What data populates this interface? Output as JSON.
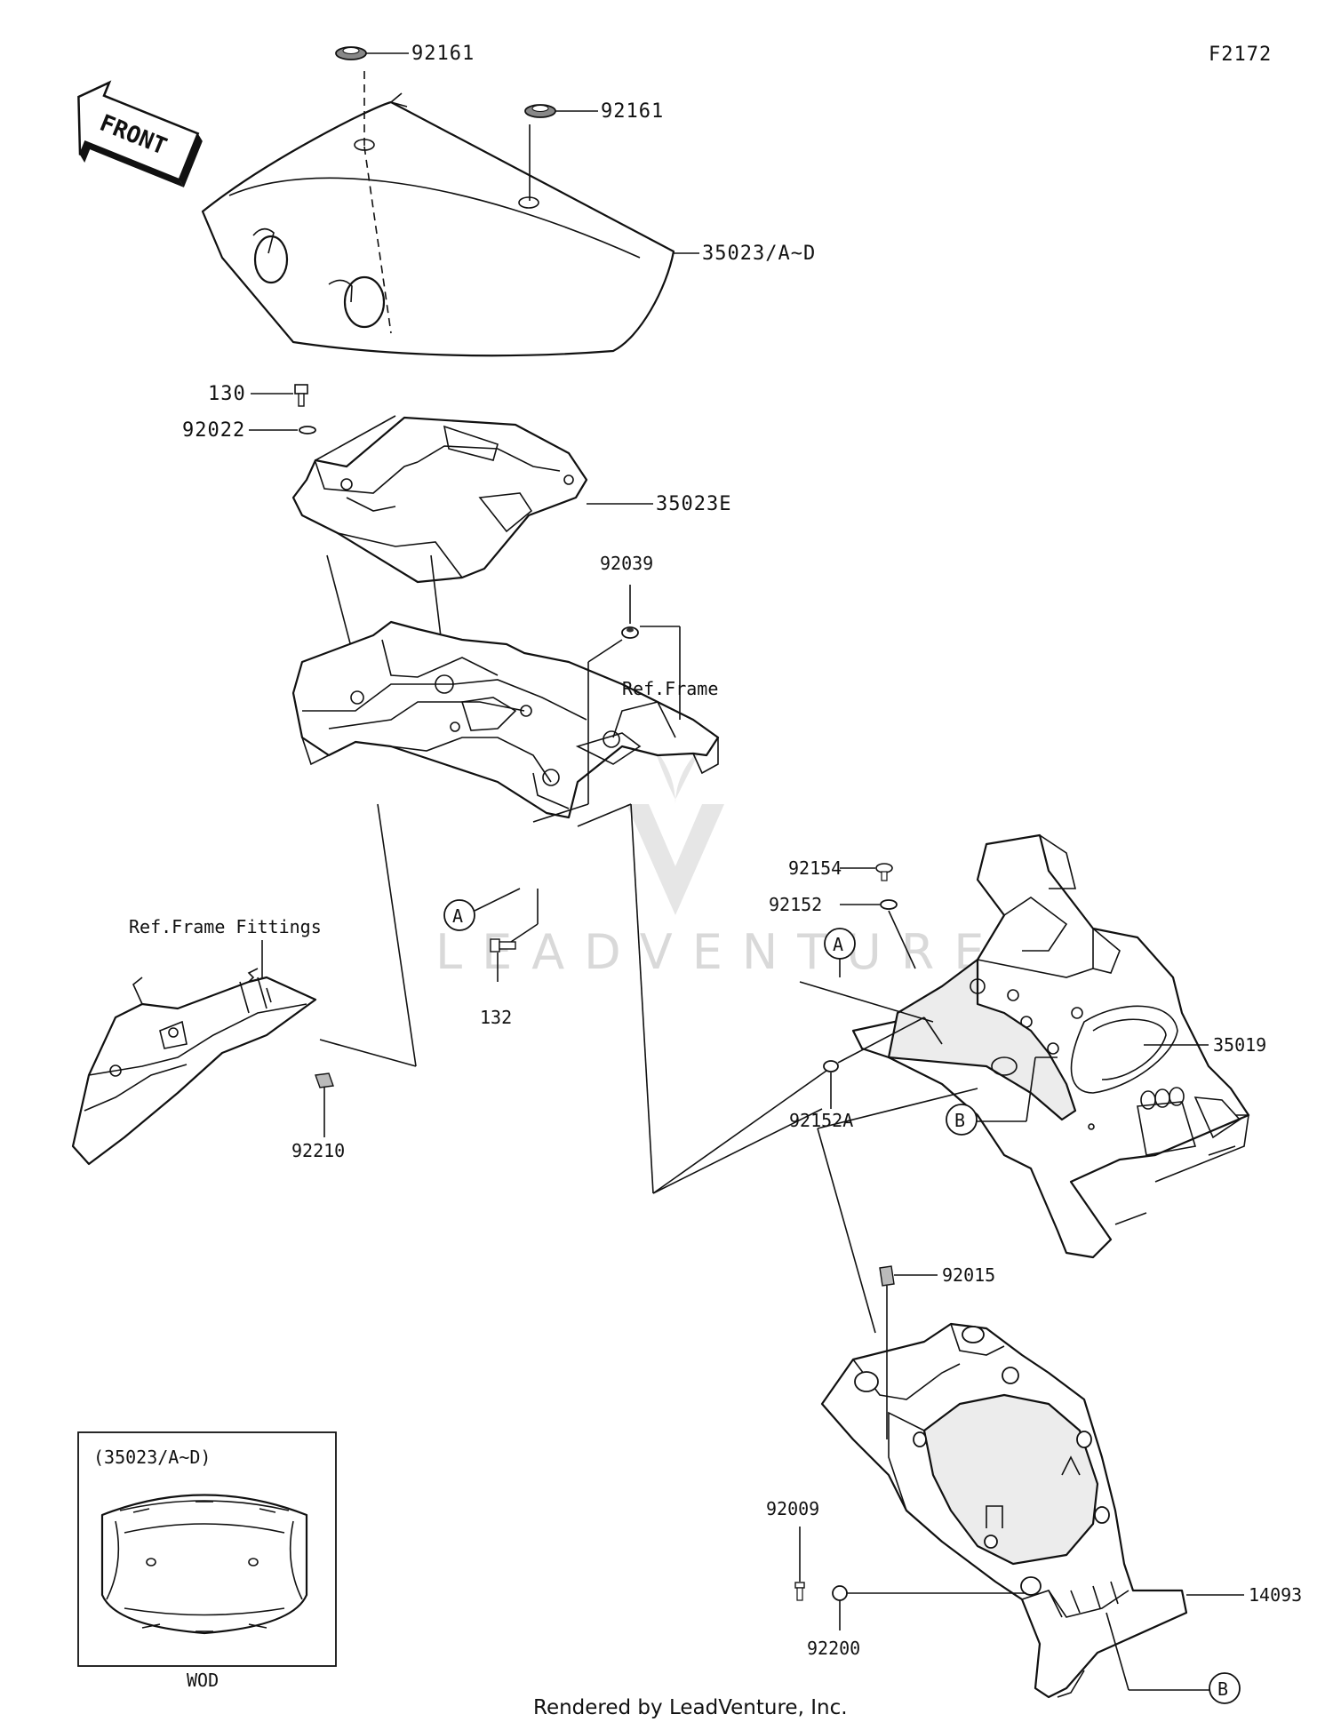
{
  "figure_code": "F2172",
  "front_label": "FRONT",
  "watermark": "LEADVENTURE",
  "footer": "Rendered by LeadVenture, Inc.",
  "inset": {
    "title": "(35023/A~D)",
    "caption": "WOD"
  },
  "callouts": {
    "grommet_top_1": "92161",
    "grommet_top_2": "92161",
    "seat_cover": "35023/A~D",
    "bolt_130": "130",
    "washer_92022": "92022",
    "seat_base": "35023E",
    "grommet_92039": "92039",
    "ref_frame": "Ref.Frame",
    "bolt_132": "132",
    "ref_frame_fittings": "Ref.Frame Fittings",
    "clip_92210": "92210",
    "screw_92154": "92154",
    "washer_92152": "92152",
    "cowl_35019": "35019",
    "washer_92152a": "92152A",
    "clip_92015": "92015",
    "fender_14093": "14093",
    "screw_92009": "92009",
    "washer_92200": "92200"
  },
  "ref_marks": {
    "a1": "A",
    "a2": "A",
    "b1": "B",
    "b2": "B"
  }
}
